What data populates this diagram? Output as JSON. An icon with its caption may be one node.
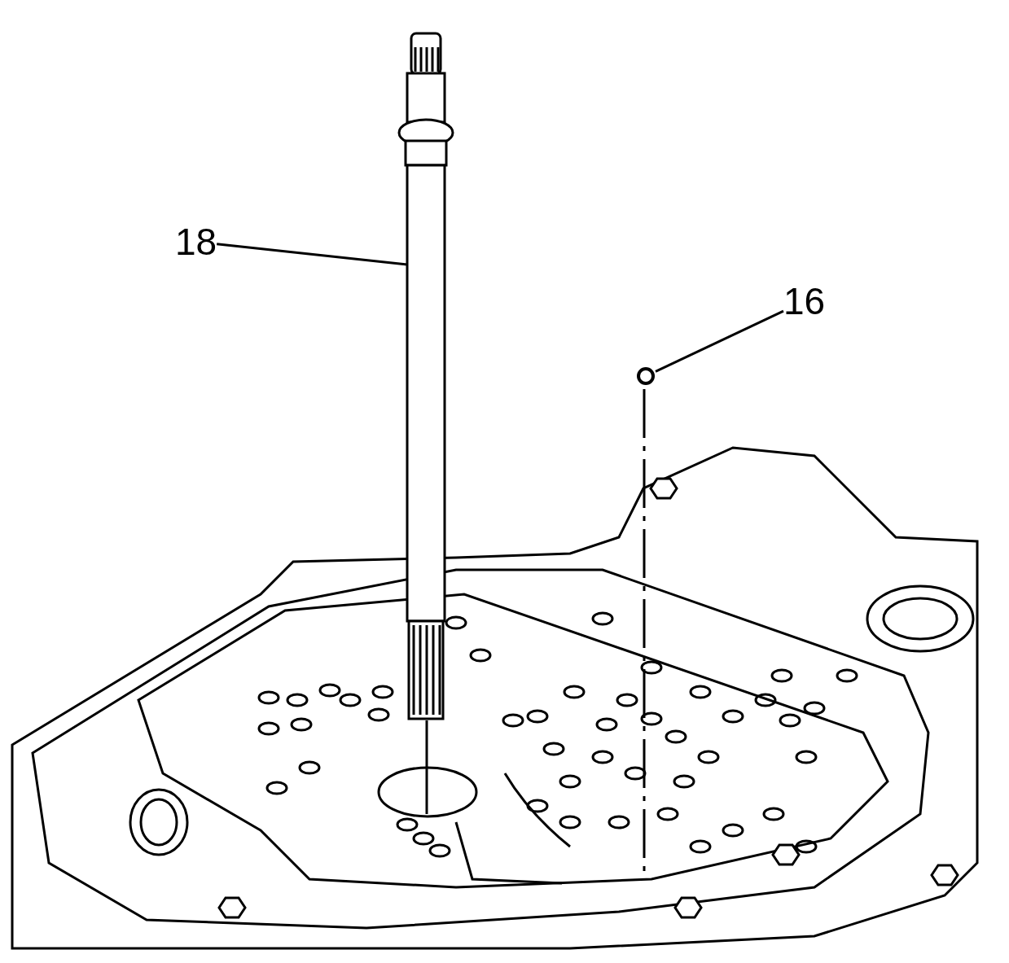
{
  "diagram": {
    "nodes": [
      {
        "text": [
          "18"
        ]
      },
      {
        "text": [],
        "shape": "picture"
      },
      {
        "text": [
          "16"
        ]
      },
      {
        "text": [],
        "shape": "circle"
      }
    ],
    "edges": [
      {
        "from": 0,
        "to": 1,
        "arrow": "none"
      },
      {
        "from": 2,
        "to": 3,
        "arrow": "none"
      }
    ]
  }
}
